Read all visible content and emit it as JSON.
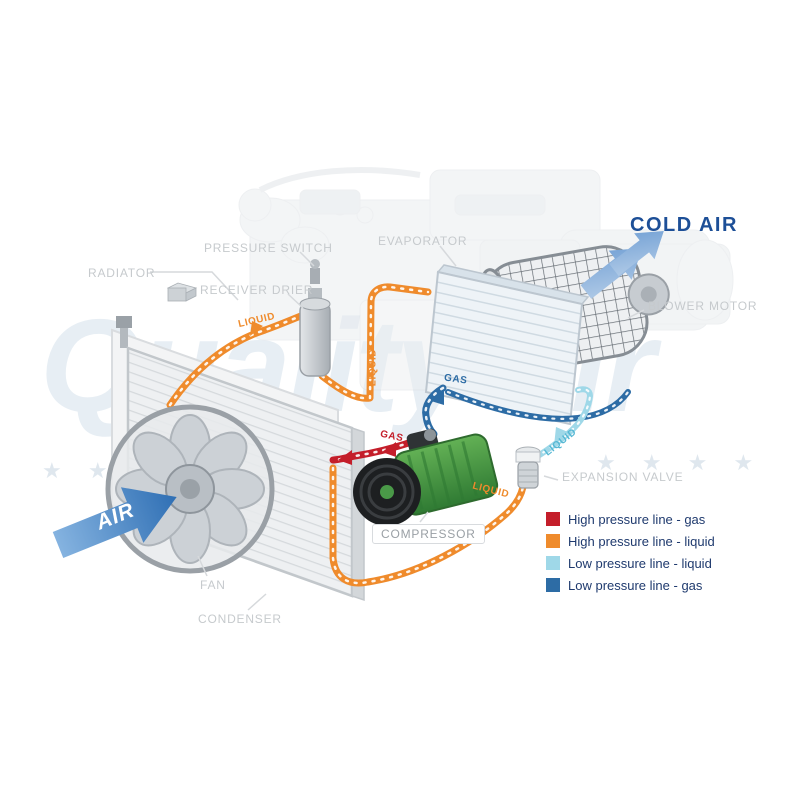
{
  "watermark": {
    "text": "Quality air",
    "stars_left": "★ ★ ★ ★ ★",
    "stars_right": "★ ★ ★ ★"
  },
  "labels": {
    "radiator": "RADIATOR",
    "pressure_switch": "PRESSURE SWITCH",
    "receiver_drier": "RECEIVER DRIER",
    "evaporator": "EVAPORATOR",
    "blower_motor": "BLOWER MOTOR",
    "expansion_valve": "EXPANSION VALVE",
    "compressor": "COMPRESSOR",
    "fan": "FAN",
    "condenser": "CONDENSER",
    "cold_air": "COLD AIR",
    "air": "AIR"
  },
  "pipe_labels": {
    "hp_liquid_top": "LIQUID",
    "hp_liquid_vertical": "LIQUID",
    "hp_liquid_bottom": "LIQUID",
    "hp_gas": "GAS",
    "lp_gas": "GAS",
    "lp_liquid": "LIQUID"
  },
  "legend": {
    "items": [
      {
        "color": "#c41e2a",
        "label": "High pressure line - gas"
      },
      {
        "color": "#ef8b2c",
        "label": "High pressure line - liquid"
      },
      {
        "color": "#9fd8e8",
        "label": "Low pressure line - liquid"
      },
      {
        "color": "#2d6ca5",
        "label": "Low pressure line - gas"
      }
    ]
  },
  "colors": {
    "cold_air_text": "#1d4f97",
    "air_arrow": "#4a86c8",
    "hp_gas": "#c41e2a",
    "hp_liquid": "#ef8b2c",
    "lp_liquid": "#9fd8e8",
    "lp_gas": "#2d6ca5"
  }
}
